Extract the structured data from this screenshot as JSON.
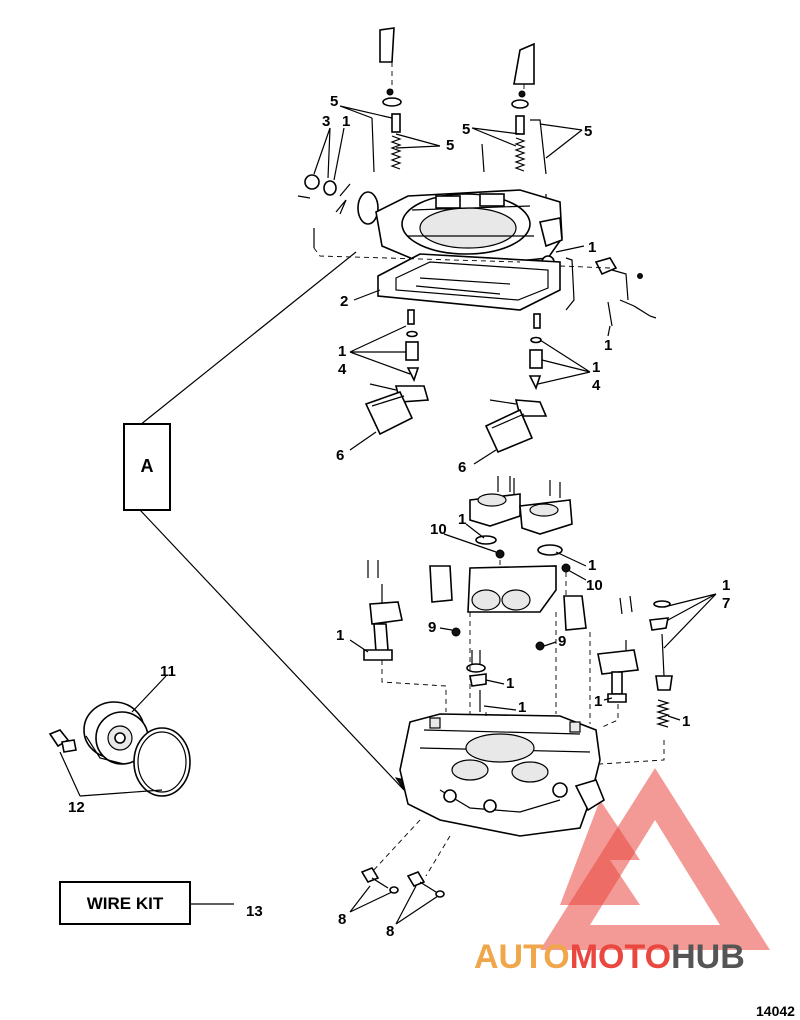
{
  "diagram": {
    "box_a_label": "A",
    "wire_kit_label": "WIRE KIT",
    "figure_number": "14042",
    "watermark": {
      "part1": "AUTO",
      "part2": "MOTO",
      "part3": "HUB",
      "color_accent": "#e9473f",
      "color_gray": "#555555",
      "color_orange": "#f0a64a"
    },
    "callouts": {
      "c5a": "5",
      "c5b": "5",
      "c5c": "5",
      "c5d": "5",
      "c3": "3",
      "c1a": "1",
      "c1b": "1",
      "c1c": "1",
      "c2": "2",
      "c1d": "1",
      "c4a": "4",
      "c1e": "1",
      "c4b": "4",
      "c6a": "6",
      "c6b": "6",
      "c10a": "10",
      "c1f": "1",
      "c1g": "1",
      "c10b": "10",
      "c1h": "1",
      "c7": "7",
      "c1i": "1",
      "c9a": "9",
      "c9b": "9",
      "c1j": "1",
      "c1k": "1",
      "c1l": "1",
      "c1m": "1",
      "c11": "11",
      "c12": "12",
      "c13": "13",
      "c8a": "8",
      "c8b": "8"
    }
  }
}
